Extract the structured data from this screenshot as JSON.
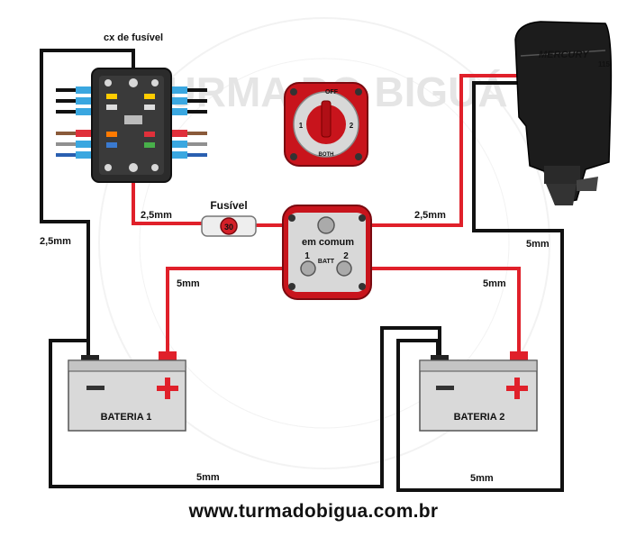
{
  "labels": {
    "fuse_box": "cx de fusível",
    "fuse": "Fusível",
    "fuse_rating": "30",
    "common": "em comum",
    "batt": "BATT",
    "switch_pos_1": "1",
    "switch_pos_2": "2",
    "switch_off": "OFF",
    "switch_both": "BOTH",
    "wire_fusebox_neg": "2,5mm",
    "wire_fusebox_pos": "2,5mm",
    "wire_motor_pos": "2,5mm",
    "wire_motor_neg": "5mm",
    "wire_batt1_pos": "5mm",
    "wire_batt2_pos": "5mm",
    "wire_neg_bottom_left": "5mm",
    "wire_neg_bottom_right": "5mm",
    "battery_1": "BATERIA 1",
    "battery_2": "BATERIA 2",
    "motor_brand": "MERCURY",
    "motor_hp": "115",
    "watermark": "TURMA DO BIGUÁ"
  },
  "footer": {
    "url": "www.turmadobigua.com.br"
  },
  "colors": {
    "positive_wire": "#e0202a",
    "negative_wire": "#111111",
    "switch_red": "#c8141c",
    "battery_body": "#d9d9d9"
  }
}
